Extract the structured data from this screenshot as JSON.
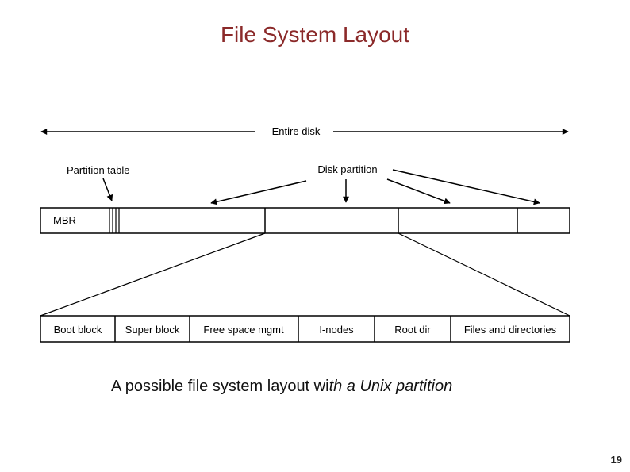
{
  "slide": {
    "title": "File System Layout",
    "caption_plain": "A possible file system layout wi",
    "caption_italic": "th a Unix partition",
    "page_number": "19"
  },
  "diagram": {
    "entire_disk_label": "Entire disk",
    "partition_table_label": "Partition table",
    "disk_partition_label": "Disk partition",
    "mbr_label": "MBR",
    "partition_blocks": [
      "Boot block",
      "Super block",
      "Free space mgmt",
      "I-nodes",
      "Root dir",
      "Files and directories"
    ]
  }
}
